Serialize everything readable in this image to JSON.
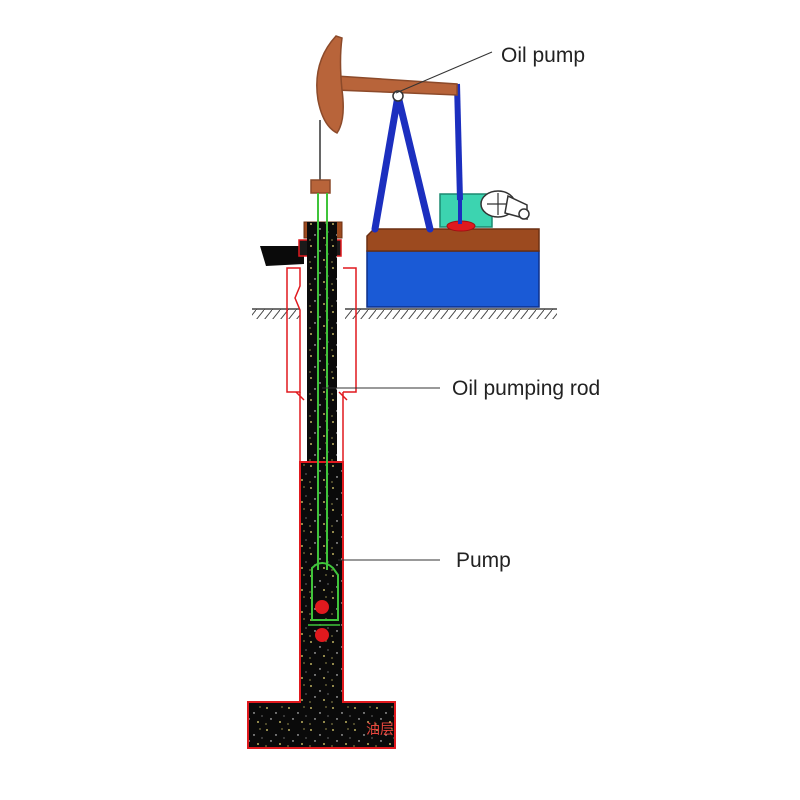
{
  "labels": {
    "oil_pump": "Oil pump",
    "oil_pumping_rod": "Oil pumping rod",
    "pump": "Pump",
    "oil_layer": "油层"
  },
  "colors": {
    "beam": "#b8643a",
    "beam_stroke": "#8c4a2a",
    "frame_legs": "#1c2fbf",
    "base_top": "#9c4a1f",
    "base_body": "#1a5ad6",
    "motor": "#3cd4b0",
    "well_red": "#e0191e",
    "oil_black": "#0a0a0a",
    "rod_green": "#3fc43a",
    "casing_light": "#f4b8b0",
    "ground": "#444444"
  }
}
